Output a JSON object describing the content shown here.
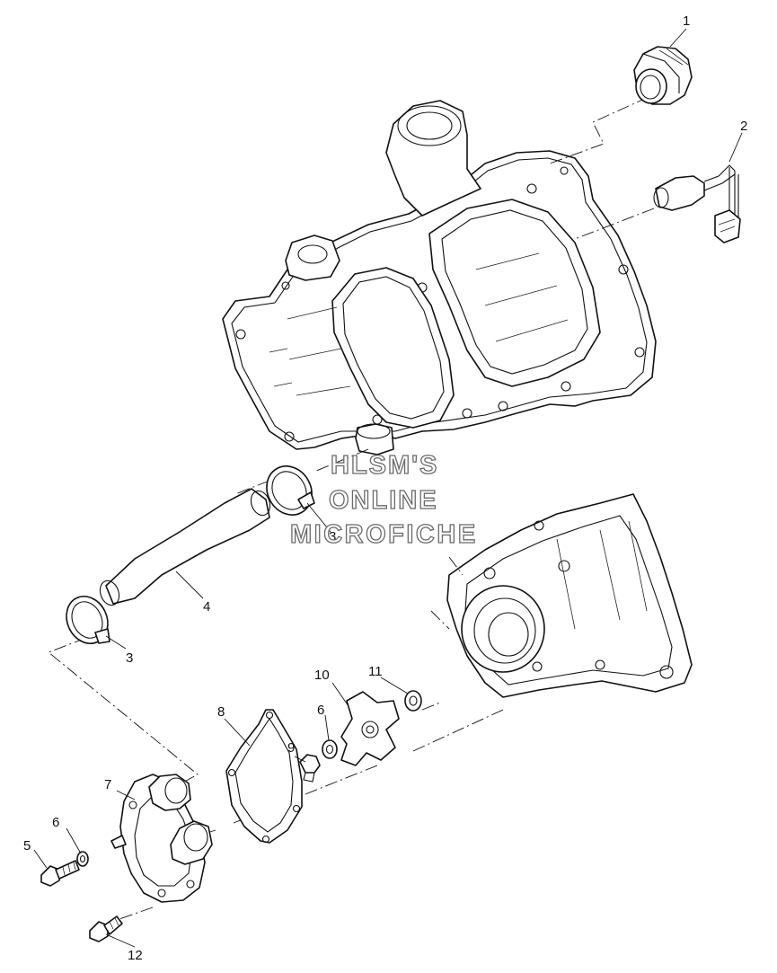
{
  "watermark": {
    "line1": "HLSM'S",
    "line2": "ONLINE",
    "line3": "MICROFICHE"
  },
  "callouts": [
    {
      "id": "1",
      "label": "1"
    },
    {
      "id": "2",
      "label": "2"
    },
    {
      "id": "3a",
      "label": "3"
    },
    {
      "id": "3b",
      "label": "3"
    },
    {
      "id": "4",
      "label": "4"
    },
    {
      "id": "5",
      "label": "5"
    },
    {
      "id": "6a",
      "label": "6"
    },
    {
      "id": "6b",
      "label": "6"
    },
    {
      "id": "7",
      "label": "7"
    },
    {
      "id": "8",
      "label": "8"
    },
    {
      "id": "9",
      "label": "9"
    },
    {
      "id": "10",
      "label": "10"
    },
    {
      "id": "11",
      "label": "11"
    },
    {
      "id": "12",
      "label": "12"
    }
  ]
}
